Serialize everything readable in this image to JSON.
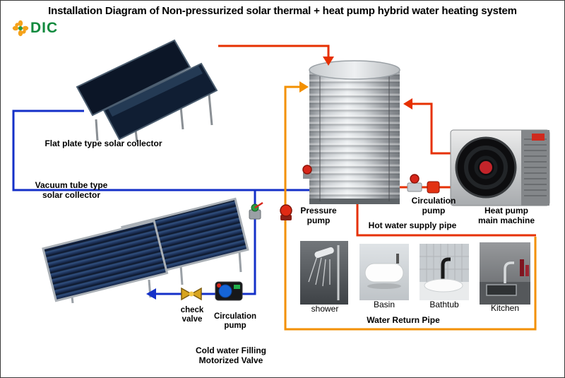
{
  "title": "Installation Diagram of Non-pressurized solar thermal + heat pump hybrid water heating system",
  "logo_text": "DIC",
  "labels": {
    "flat_plate_collector": "Flat plate type solar collector",
    "vacuum_collector": [
      "Vacuum tube type",
      "solar collector"
    ],
    "pressure_pump": [
      "Pressure",
      "pump"
    ],
    "circulation_pump_right": [
      "Circulation",
      "pump"
    ],
    "heat_pump": [
      "Heat pump",
      "main machine"
    ],
    "hot_water_supply_pipe": "Hot water supply pipe",
    "water_return_pipe": "Water Return Pipe",
    "check_valve": [
      "check",
      "valve"
    ],
    "circulation_pump_left": [
      "Circulation",
      "pump"
    ],
    "cold_water_filling": [
      "Cold water Filling",
      "Motorized Valve"
    ]
  },
  "fixtures": [
    {
      "label": "shower"
    },
    {
      "label": "Basin"
    },
    {
      "label": "Bathtub"
    },
    {
      "label": "Kitchen"
    }
  ],
  "colors": {
    "hot_pipe": "#e63000",
    "cold_pipe": "#1430c8",
    "return_pipe": "#f39000",
    "logo_green": "#118a3e",
    "logo_flower": "#f5a21a"
  }
}
